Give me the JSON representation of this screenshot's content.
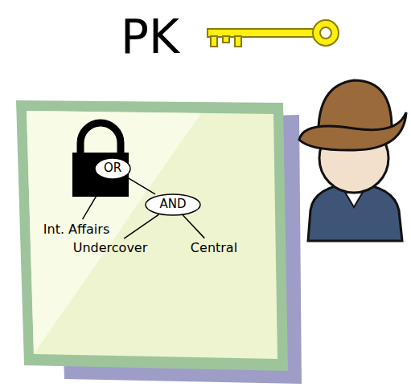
{
  "diagram": {
    "nodes": [
      {
        "text": [
          "OR"
        ]
      },
      {
        "text": [
          "AND"
        ]
      },
      {
        "text": [
          "Int. Affairs"
        ]
      },
      {
        "text": [
          "Undercover"
        ]
      },
      {
        "text": [
          "Central"
        ]
      }
    ],
    "edges": [
      {
        "from": 0,
        "to": 1,
        "arrow": "none"
      },
      {
        "from": 0,
        "to": 2,
        "arrow": "none"
      },
      {
        "from": 1,
        "to": 3,
        "arrow": "none"
      },
      {
        "from": 1,
        "to": 4,
        "arrow": "none"
      }
    ],
    "labels": [
      "PK"
    ]
  }
}
